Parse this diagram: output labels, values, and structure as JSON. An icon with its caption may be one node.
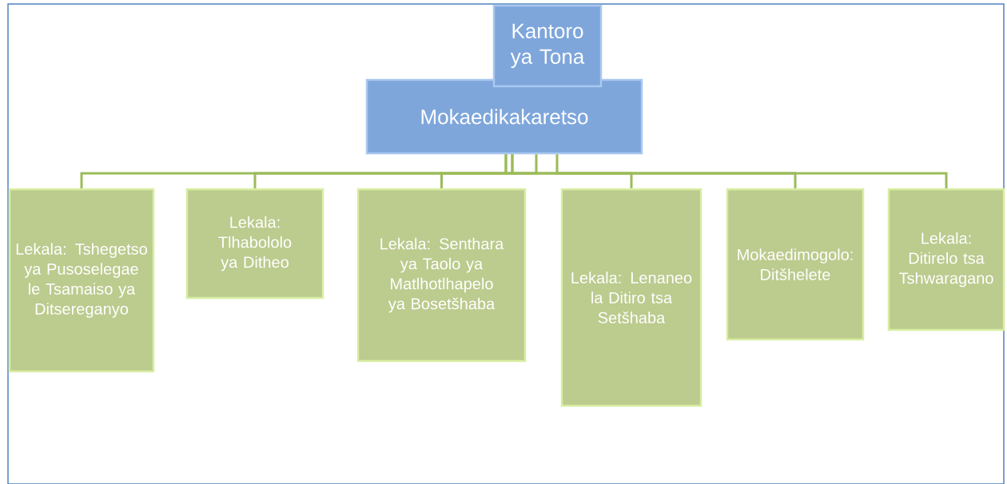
{
  "diagram": {
    "nodes": [
      {
        "text": [
          "Kantoro ya Tona"
        ]
      },
      {
        "text": [
          "Mokaedikakaretso"
        ]
      },
      {
        "text": [
          "Lekala: Tshegetso ya Pusoselegae le Tsamaiso ya Ditsereganyo"
        ]
      },
      {
        "text": [
          "Lekala: Tlhabololo ya Ditheo"
        ]
      },
      {
        "text": [
          "Lekala: Senthara ya Taolo ya Matlhotlhapelo ya Bosetšhaba"
        ]
      },
      {
        "text": [
          "Lekala: Lenaneo la Ditiro tsa Setšhaba"
        ]
      },
      {
        "text": [
          "Mokaedimogolo: Ditšhelete"
        ]
      },
      {
        "text": [
          "Lekala: Ditirelo tsa Tshwaragano"
        ]
      }
    ],
    "edges": [
      {
        "from": 1,
        "to": 2,
        "arrow": "none"
      },
      {
        "from": 1,
        "to": 3,
        "arrow": "none"
      },
      {
        "from": 1,
        "to": 4,
        "arrow": "none"
      },
      {
        "from": 1,
        "to": 5,
        "arrow": "none"
      },
      {
        "from": 1,
        "to": 6,
        "arrow": "none"
      },
      {
        "from": 1,
        "to": 7,
        "arrow": "none"
      }
    ]
  }
}
